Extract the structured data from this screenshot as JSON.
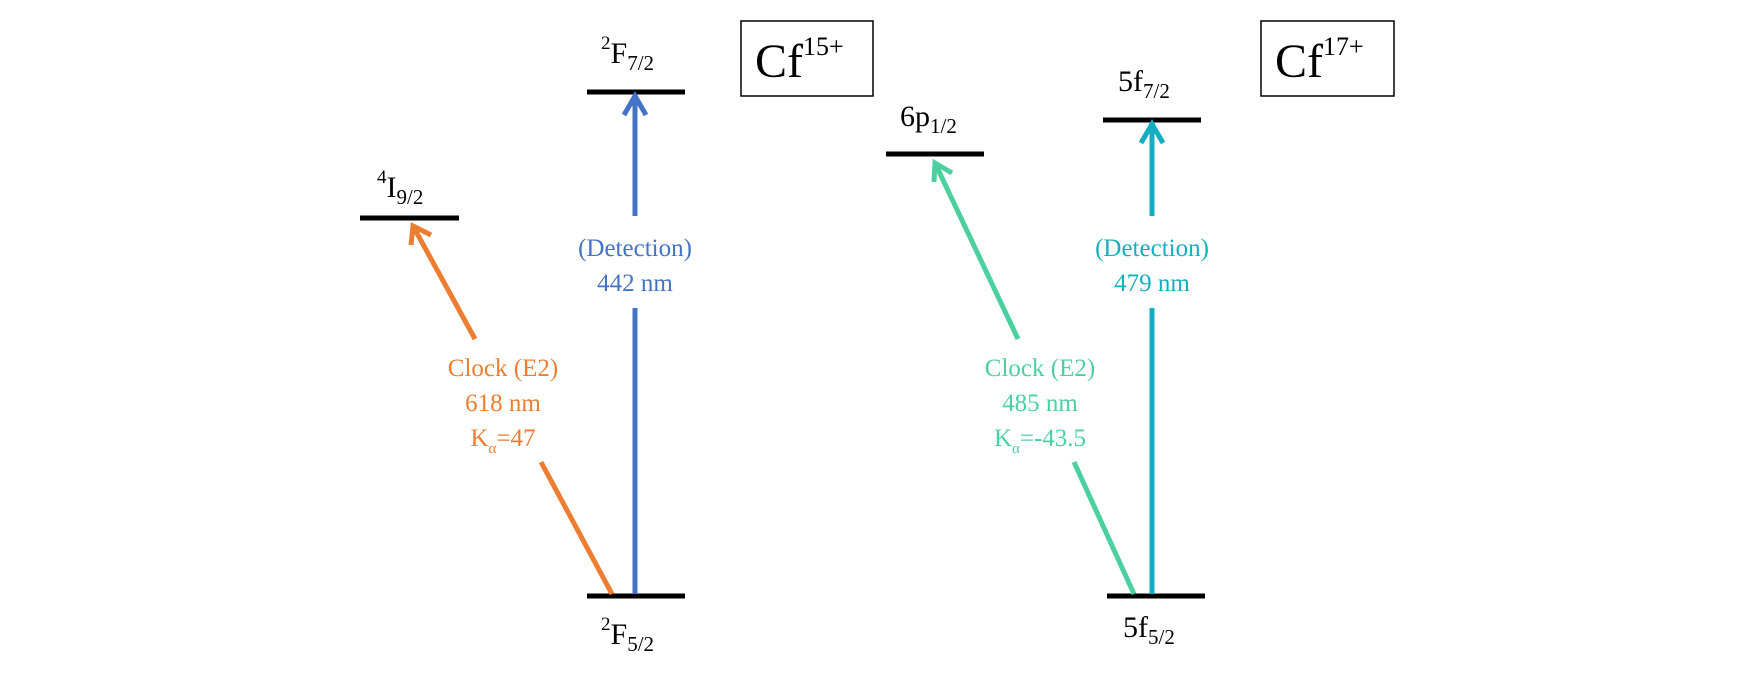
{
  "ions": [
    {
      "id": "cf15",
      "name_base": "Cf",
      "name_charge": "15+",
      "levels": {
        "ground": {
          "prefix": "",
          "pre_sup": "2",
          "main": "F",
          "sub": "5/2"
        },
        "clock": {
          "prefix": "",
          "pre_sup": "4",
          "main": "I",
          "sub": "9/2"
        },
        "detection": {
          "prefix": "",
          "pre_sup": "2",
          "main": "F",
          "sub": "7/2"
        }
      },
      "transitions": {
        "clock": {
          "line1": "Clock (E2)",
          "line2": "618 nm",
          "k_main": "K",
          "k_sub": "α",
          "k_value": "=47",
          "color": "#ED7D31"
        },
        "detection": {
          "line1": "(Detection)",
          "line2": "442 nm",
          "color": "#4472C4"
        }
      }
    },
    {
      "id": "cf17",
      "name_base": "Cf",
      "name_charge": "17+",
      "levels": {
        "ground": {
          "prefix": "5",
          "pre_sup": "",
          "main": "f",
          "sub": "5/2"
        },
        "clock": {
          "prefix": "6",
          "pre_sup": "",
          "main": "p",
          "sub": "1/2"
        },
        "detection": {
          "prefix": "5",
          "pre_sup": "",
          "main": "f",
          "sub": "7/2"
        }
      },
      "transitions": {
        "clock": {
          "line1": "Clock (E2)",
          "line2": "485 nm",
          "k_main": "K",
          "k_sub": "α",
          "k_value": "=-43.5",
          "color": "#4DD0A0"
        },
        "detection": {
          "line1": "(Detection)",
          "line2": "479 nm",
          "color": "#14AEC0"
        }
      }
    }
  ]
}
